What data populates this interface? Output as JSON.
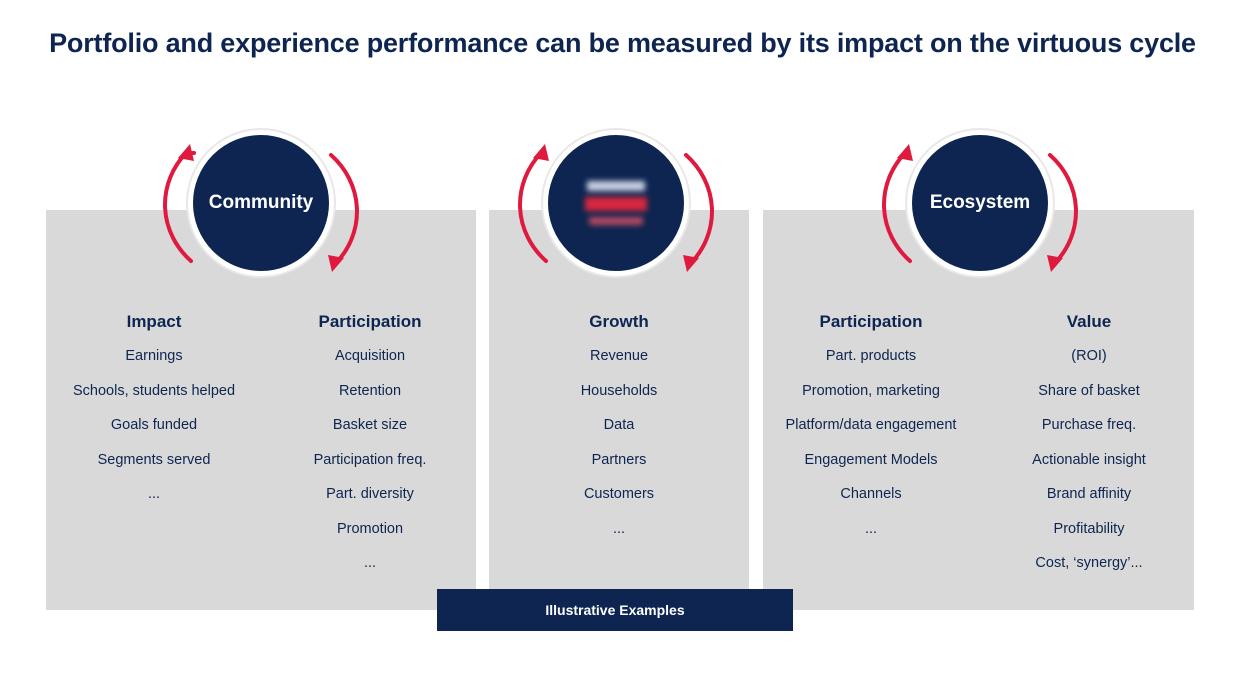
{
  "title": "Portfolio and experience performance can be measured by its impact on the virtuous cycle",
  "colors": {
    "navy": "#0d2550",
    "red": "#e0193f",
    "panel": "#d9d9d9"
  },
  "circles": {
    "left": {
      "label": "Community"
    },
    "middle": {
      "label": "",
      "icon": "blurred-logo"
    },
    "right": {
      "label": "Ecosystem"
    }
  },
  "left_panel": {
    "impact": {
      "heading": "Impact",
      "items": [
        "Earnings",
        "Schools, students helped",
        "Goals funded",
        "Segments served",
        "..."
      ]
    },
    "participation": {
      "heading": "Participation",
      "items": [
        "Acquisition",
        "Retention",
        "Basket size",
        "Participation freq.",
        "Part. diversity",
        "Promotion",
        "..."
      ]
    }
  },
  "middle_panel": {
    "growth": {
      "heading": "Growth",
      "items": [
        "Revenue",
        "Households",
        "Data",
        "Partners",
        "Customers",
        "..."
      ]
    }
  },
  "right_panel": {
    "participation": {
      "heading": "Participation",
      "items": [
        "Part. products",
        "Promotion, marketing",
        "Platform/data engagement",
        "Engagement Models",
        "Channels",
        "..."
      ]
    },
    "value": {
      "heading": "Value",
      "items": [
        "(ROI)",
        "Share of basket",
        "Purchase freq.",
        "Actionable insight",
        "Brand affinity",
        "Profitability",
        "Cost, ‘synergy’..."
      ]
    }
  },
  "banner": "Illustrative Examples"
}
